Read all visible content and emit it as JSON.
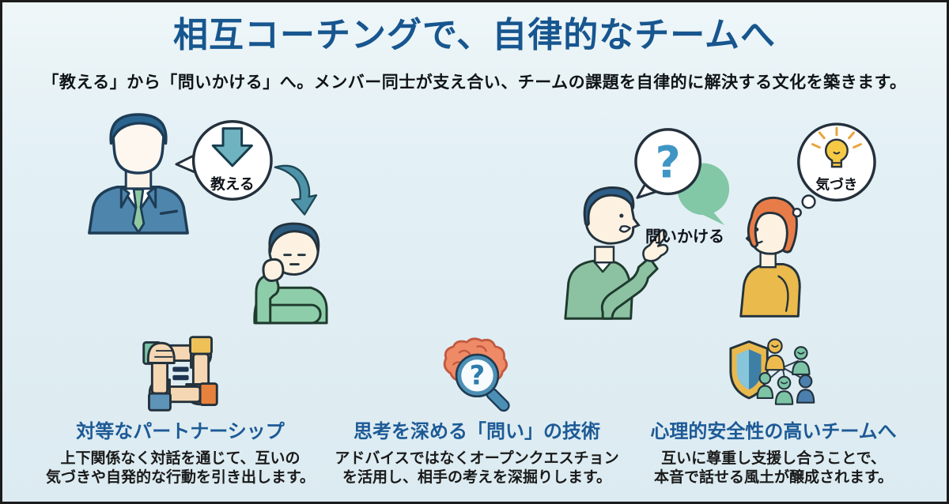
{
  "palette": {
    "background": "#e3f0f5",
    "border": "#1c1c1c",
    "title_blue": "#17568f",
    "heading_blue": "#1d5a96",
    "body_text": "#1a1a1a",
    "teal_arrow": "#4f93a8",
    "suit_blue": "#4e85ac",
    "hair_navy": "#2a6590",
    "tie_green": "#8fc9a2",
    "sweater_green": "#8cc2a2",
    "speech_bubble_green": "#82c7a6",
    "question_blue": "#3f96c4",
    "woman_hair_orange": "#e87c48",
    "woman_sweater_yellow": "#eaba4d",
    "bulb_yellow": "#f6c945",
    "brain_coral": "#ef8a66",
    "magnifier_blue": "#4b8fb5",
    "shield_gold": "#e9b94e",
    "hands_teal": "#7cc4a5",
    "hands_yellow": "#eec158",
    "hands_orange": "#e8813c",
    "hands_blue": "#5e93b8"
  },
  "header": {
    "title": "相互コーチングで、自律的なチームへ",
    "subtitle": "「教える」から「問いかける」へ。メンバー同士が支え合い、チームの課題を自律的に解決する文化を築きます。"
  },
  "scenes": {
    "teaching": {
      "bubble_label": "教える"
    },
    "coaching": {
      "bubble_label": "問いかける",
      "question_glyph": "?",
      "thought_label": "気づき"
    }
  },
  "features": [
    {
      "title": "対等なパートナーシップ",
      "line1": "上下関係なく対話を通じて、互いの",
      "line2": "気づきや自発的な行動を引き出します。"
    },
    {
      "title": "思考を深める「問い」の技術",
      "lens_glyph": "?",
      "line1": "アドバイスではなくオープンクエスチョン",
      "line2": "を活用し、相手の考えを深掘りします。"
    },
    {
      "title": "心理的安全性の高いチームへ",
      "line1": "互いに尊重し支援し合うことで、",
      "line2": "本音で話せる風土が醸成されます。"
    }
  ]
}
